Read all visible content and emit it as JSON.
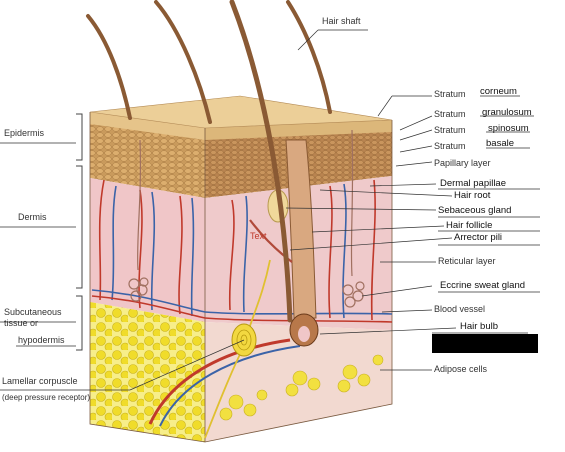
{
  "labels": {
    "hair_shaft": "Hair shaft",
    "stratum_corneum_prefix": "Stratum",
    "stratum_corneum": "corneum",
    "stratum_granulosum_prefix": "Stratum",
    "stratum_granulosum": "granulosum",
    "stratum_spinosum_prefix": "Stratum",
    "stratum_spinosum": "spinosum",
    "stratum_basale_prefix": "Stratum",
    "stratum_basale": "basale",
    "papillary_layer": "Papillary layer",
    "dermal_papillae": "Dermal papillae",
    "hair_root": "Hair root",
    "sebaceous_gland": "Sebaceous gland",
    "hair_follicle": "Hair follicle",
    "arrector_pili": "Arrector pili",
    "reticular_layer": "Reticular layer",
    "eccrine_sweat_gland": "Eccrine sweat gland",
    "blood_vessel": "Blood vessel",
    "hair_bulb": "Hair bulb",
    "adipose_cells": "Adipose cells",
    "epidermis": "Epidermis",
    "dermis": "Dermis",
    "subcutaneous_line1": "Subcutaneous",
    "subcutaneous_line2": "tissue or",
    "subcutaneous_line3": "hypodermis",
    "lamellar_corpuscle": "Lamellar corpuscle",
    "lamellar_note": "(deep pressure receptor)",
    "inner_text": "Text"
  },
  "colors": {
    "epidermis_top": "#e8c98f",
    "epidermis_cells": "#c8945a",
    "dermis": "#f0c6c8",
    "hypodermis": "#f2d4cf",
    "fat": "#f2e23a",
    "artery": "#c0392b",
    "vein": "#3b63a8",
    "hair": "#8a5a34",
    "redaction": "#000000"
  }
}
